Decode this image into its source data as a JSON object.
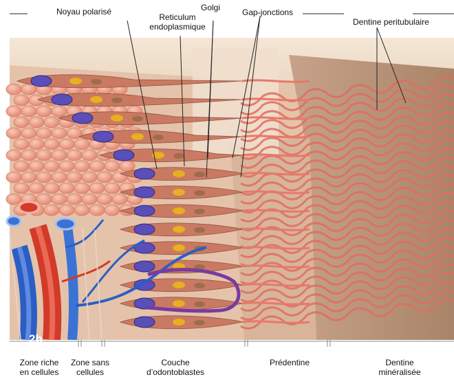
{
  "labels": {
    "noyau": "Noyau polarisé",
    "reticulum": [
      "Reticulum",
      "endoplasmique"
    ],
    "golgi": "Golgi",
    "gap": "Gap-jonctions",
    "dentine_peri": "Dentine peritubulaire"
  },
  "figure_number": "2b",
  "zones": [
    [
      "Zone riche",
      "en cellules"
    ],
    [
      "Zone sans",
      "cellules"
    ],
    [
      "Couche",
      "d’odontoblastes"
    ],
    [
      "Prédentine"
    ],
    [
      "Dentine",
      "minéralisée"
    ]
  ],
  "colors": {
    "cell": "#f2a48f",
    "cell_dark": "#d67d68",
    "nucleus": "#5a4fb8",
    "golgi": "#e6b020",
    "predentin": "#c9a98e",
    "dentin": "#b89377",
    "tubule": "#e8786a",
    "vessel_red": "#d93a2a",
    "vessel_blue": "#2a62c9",
    "nerve_purple": "#7a3aa0"
  }
}
